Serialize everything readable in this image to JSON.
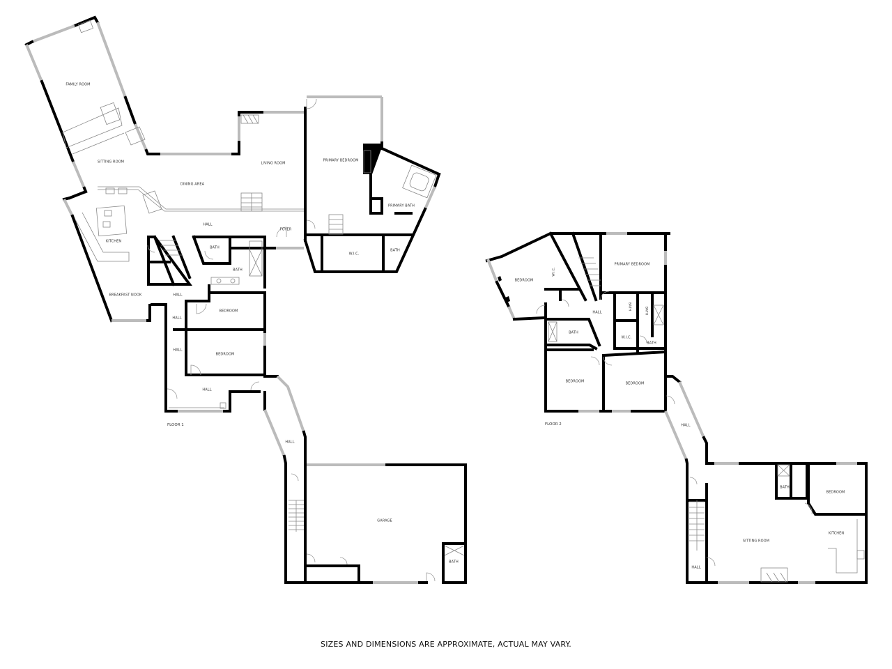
{
  "plan": {
    "floor1": {
      "label": "FLOOR 1",
      "rooms": {
        "family_room": "FAMILY ROOM",
        "sitting_room": "SITTING ROOM",
        "dining_area": "DINING AREA",
        "living_room": "LIVING ROOM",
        "primary_bedroom": "PRIMARY BEDROOM",
        "primary_bath": "PRIMARY BATH",
        "kitchen": "KITCHEN",
        "hall_main": "HALL",
        "foyer": "FOYER",
        "bath_1": "BATH",
        "bath_2": "BATH",
        "wic": "W.I.C.",
        "bath_3": "BATH",
        "breakfast_nook": "BREAKFAST NOOK",
        "hall_2": "HALL",
        "hall_3": "HALL",
        "hall_4": "HALL",
        "hall_5": "HALL",
        "bedroom_1": "BEDROOM",
        "bedroom_2": "BEDROOM",
        "hall_connector": "HALL",
        "garage": "GARAGE",
        "garage_bath": "BATH"
      }
    },
    "floor2": {
      "label": "FLOOR 2",
      "rooms": {
        "bedroom_west": "BEDROOM",
        "wic_1": "W.I.C.",
        "primary_bedroom": "PRIMARY BEDROOM",
        "hall_main": "HALL",
        "bath_1": "BATH",
        "bath_2": "BATH",
        "bath_3": "BATH",
        "wic_2": "W.I.C.",
        "bath_4": "BATH",
        "bedroom_sw": "BEDROOM",
        "bedroom_se": "BEDROOM",
        "hall_connector": "HALL",
        "bath_5": "BATH",
        "bedroom_apt": "BEDROOM",
        "kitchen": "KITCHEN",
        "sitting_room": "SITTING ROOM",
        "hall_stair": "HALL"
      }
    },
    "disclaimer": "SIZES AND DIMENSIONS ARE APPROXIMATE, ACTUAL MAY VARY."
  },
  "colors": {
    "wall": "#000000",
    "window": "#bbbbbb",
    "fixture": "#888888",
    "background": "#ffffff"
  }
}
